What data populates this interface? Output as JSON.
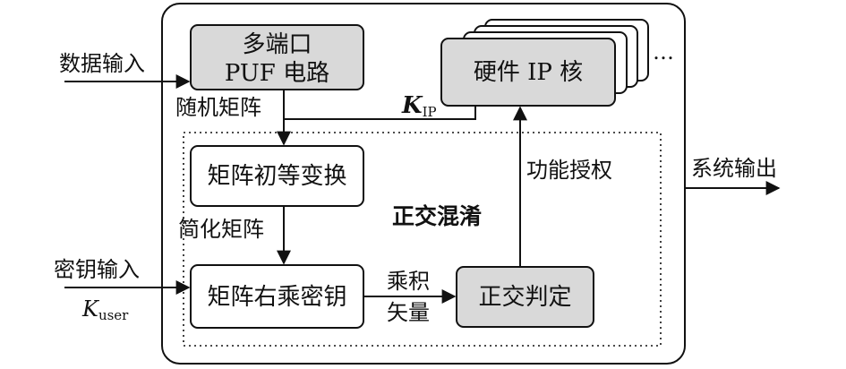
{
  "inputs": {
    "data_input": "数据输入",
    "key_input": "密钥输入",
    "k_user_main": "K",
    "k_user_sub": "user"
  },
  "output": {
    "system_output": "系统输出"
  },
  "blocks": {
    "puf_line1": "多端口",
    "puf_line2": "PUF 电路",
    "ip_core": "硬件 IP 核",
    "ip_more": "…",
    "matrix_transform": "矩阵初等变换",
    "matrix_multiply": "矩阵右乘密钥",
    "orthogonal_check": "正交判定"
  },
  "labels": {
    "random_matrix": "随机矩阵",
    "simplified_matrix": "简化矩阵",
    "k_ip_main": "K",
    "k_ip_sub": "IP",
    "product_line1": "乘积",
    "product_line2": "矢量",
    "function_auth": "功能授权",
    "orthogonal_obfuscation": "正交混淆"
  },
  "colors": {
    "stroke": "#111111",
    "grey_fill": "#d9d9d9",
    "white_fill": "#ffffff"
  }
}
